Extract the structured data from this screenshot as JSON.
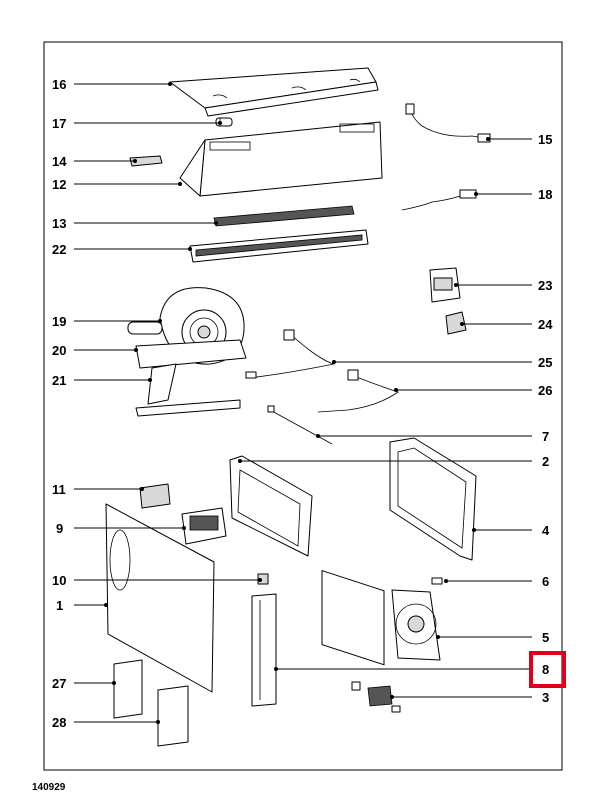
{
  "diagram": {
    "callouts": {
      "c1": "1",
      "c2": "2",
      "c3": "3",
      "c4": "4",
      "c5": "5",
      "c6": "6",
      "c7": "7",
      "c8": "8",
      "c9": "9",
      "c10": "10",
      "c11": "11",
      "c12": "12",
      "c13": "13",
      "c14": "14",
      "c15": "15",
      "c16": "16",
      "c17": "17",
      "c18": "18",
      "c19": "19",
      "c20": "20",
      "c21": "21",
      "c22": "22",
      "c23": "23",
      "c24": "24",
      "c25": "25",
      "c26": "26",
      "c27": "27",
      "c28": "28"
    },
    "highlighted_callout": "8",
    "highlight_color": "#e0001b",
    "drawing_code": "140929"
  }
}
